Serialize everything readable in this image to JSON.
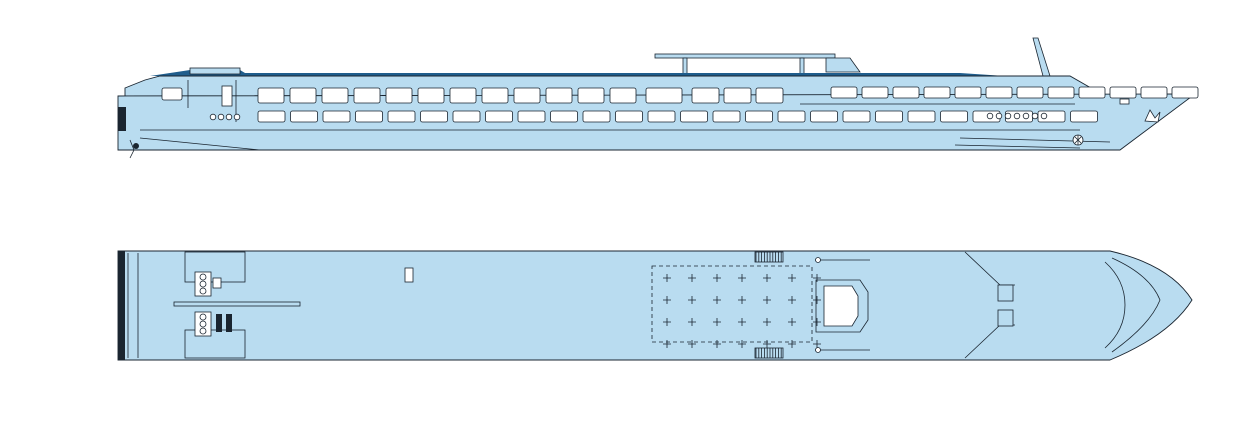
{
  "diagram": {
    "views": [
      "side-elevation",
      "top-plan"
    ],
    "colors": {
      "hull": "#b9dcf0",
      "roof": "#1f5d8c",
      "outline": "#1a2530",
      "window": "#ffffff",
      "background": "#ffffff"
    },
    "side_elevation": {
      "upper_deck_window_count": 28,
      "lower_deck_window_count": 26,
      "portholes_aft": 4,
      "portholes_fwd": 7
    },
    "top_plan": {
      "deck_chair_grid": {
        "rows": 4,
        "cols": 7
      }
    }
  }
}
